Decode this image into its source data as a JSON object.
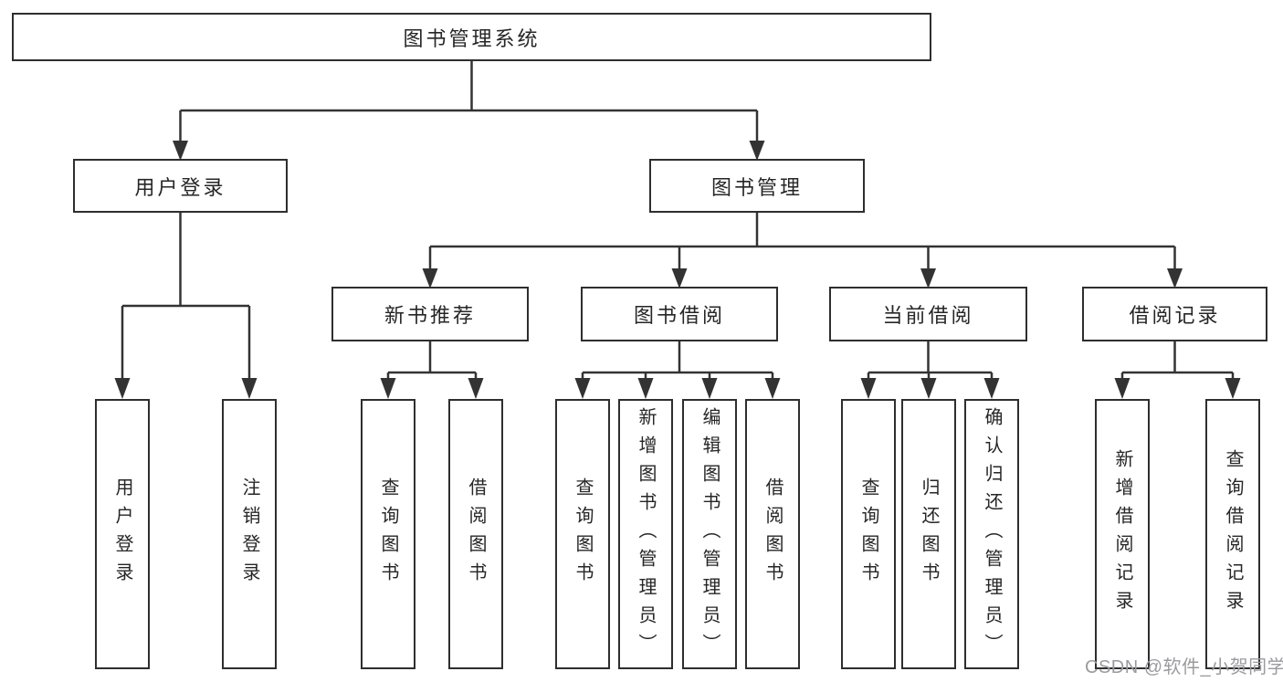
{
  "tree": {
    "root": {
      "label": "图书管理系统",
      "children": [
        {
          "label": "用户登录",
          "children": [
            {
              "label": "用户登录"
            },
            {
              "label": "注销登录"
            }
          ]
        },
        {
          "label": "图书管理",
          "children": [
            {
              "label": "新书推荐",
              "children": [
                {
                  "label": "查询图书"
                },
                {
                  "label": "借阅图书"
                }
              ]
            },
            {
              "label": "图书借阅",
              "children": [
                {
                  "label": "查询图书"
                },
                {
                  "label": "新增图书（管理员）"
                },
                {
                  "label": "编辑图书（管理员）"
                },
                {
                  "label": "借阅图书"
                }
              ]
            },
            {
              "label": "当前借阅",
              "children": [
                {
                  "label": "查询图书"
                },
                {
                  "label": "归还图书"
                },
                {
                  "label": "确认归还（管理员）"
                }
              ]
            },
            {
              "label": "借阅记录",
              "children": [
                {
                  "label": "新增借阅记录"
                },
                {
                  "label": "查询借阅记录"
                }
              ]
            }
          ]
        }
      ]
    }
  },
  "watermark": {
    "text": "CSDN @软件_小贺同学"
  },
  "colors": {
    "line": "#333333",
    "box_border": "#2e2e2e",
    "text": "#262626",
    "watermark": "#9b9b9f",
    "background": "#ffffff"
  }
}
